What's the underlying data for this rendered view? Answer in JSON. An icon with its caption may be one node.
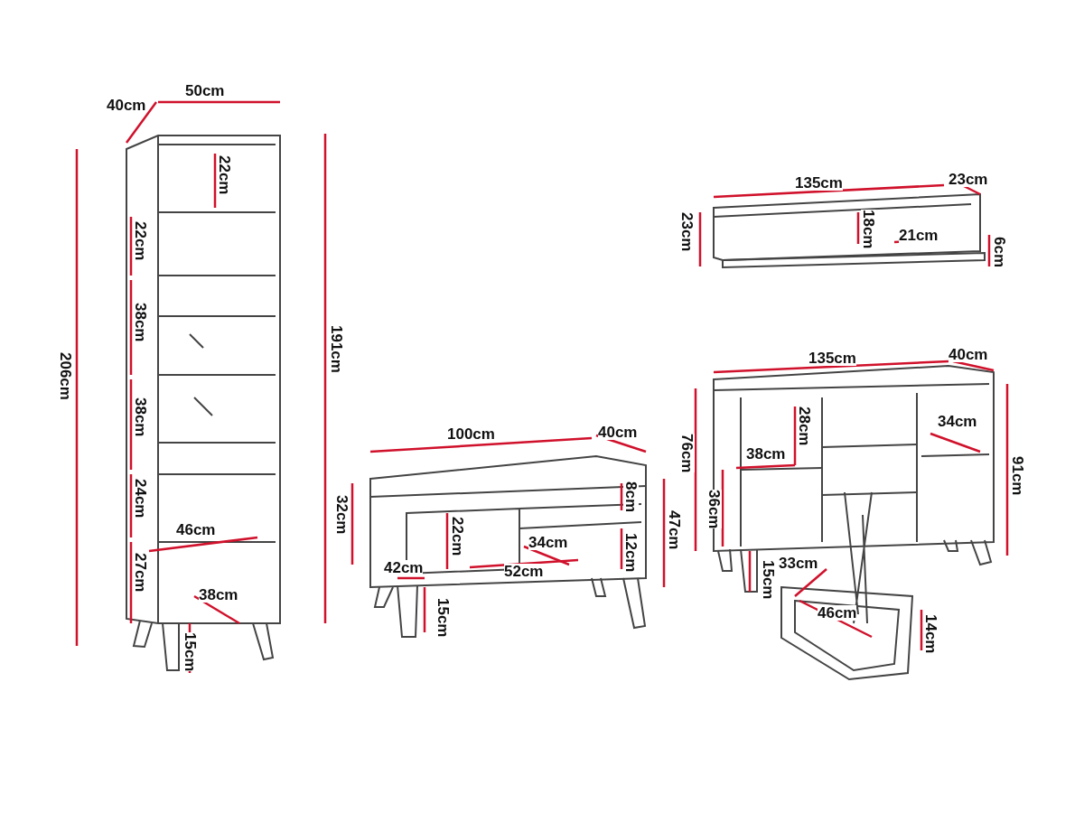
{
  "diagram": {
    "labels": [
      "40cm",
      "50cm",
      "22cm",
      "22cm",
      "206cm",
      "191cm",
      "38cm",
      "38cm",
      "24cm",
      "46cm",
      "27cm",
      "38cm",
      "15cm",
      "135cm",
      "23cm",
      "23cm",
      "18cm",
      "21cm",
      "6cm",
      "100cm",
      "40cm",
      "32cm",
      "8cm",
      "22cm",
      "47cm",
      "34cm",
      "12cm",
      "42cm",
      "52cm",
      "15cm",
      "135cm",
      "40cm",
      "76cm",
      "28cm",
      "38cm",
      "34cm",
      "91cm",
      "36cm",
      "15cm",
      "33cm",
      "46cm",
      "14cm"
    ]
  }
}
